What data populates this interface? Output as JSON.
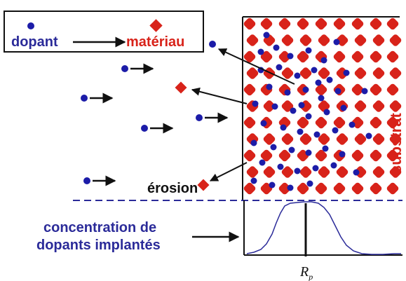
{
  "legend": {
    "dopant_label": "dopant",
    "material_label": "matériau"
  },
  "labels": {
    "substrate": "substrat",
    "erosion": "érosion",
    "concentration_line1": "concentration de",
    "concentration_line2": "dopants implantés",
    "rp_main": "R",
    "rp_sub": "p"
  },
  "colors": {
    "dopant": "#1c1ca8",
    "material": "#d8231a",
    "text_blue": "#2b2b99",
    "line": "#111111"
  },
  "icons": [
    "dopant-dot-icon",
    "material-diamond-icon",
    "arrow-icon"
  ]
}
